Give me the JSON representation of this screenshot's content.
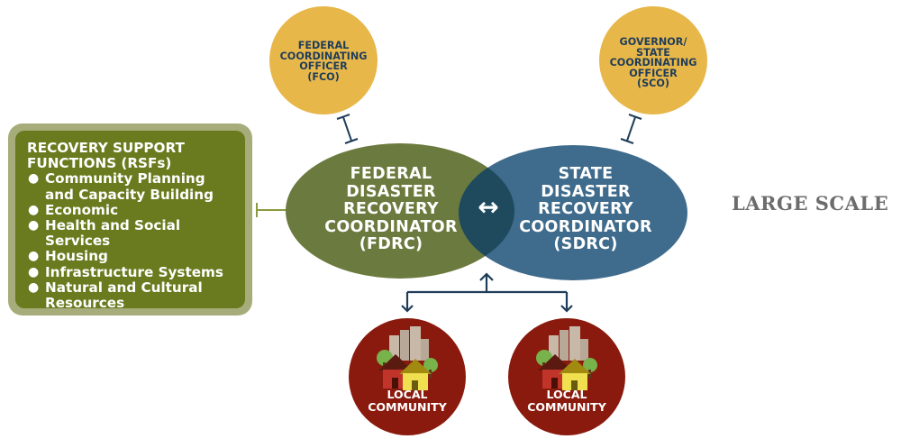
{
  "rsf": {
    "heading_line1": "RECOVERY SUPPORT",
    "heading_line2": "FUNCTIONS (RSFs)",
    "items": [
      {
        "line1": "Community Planning",
        "line2": "and Capacity Building"
      },
      {
        "line1": "Economic",
        "line2": ""
      },
      {
        "line1": "Health and Social",
        "line2": "Services"
      },
      {
        "line1": "Housing",
        "line2": ""
      },
      {
        "line1": "Infrastructure Systems",
        "line2": ""
      },
      {
        "line1": "Natural and Cultural",
        "line2": "Resources"
      }
    ]
  },
  "fdrc": {
    "lines": [
      "FEDERAL",
      "DISASTER",
      "RECOVERY",
      "COORDINATOR",
      "(FDRC)"
    ]
  },
  "sdrc": {
    "lines": [
      "STATE",
      "DISASTER",
      "RECOVERY",
      "COORDINATOR",
      "(SDRC)"
    ]
  },
  "fco": {
    "lines": [
      "FEDERAL",
      "COORDINATING",
      "OFFICER",
      "(FCO)"
    ]
  },
  "sco": {
    "lines": [
      "GOVERNOR/",
      "STATE",
      "COORDINATING",
      "OFFICER",
      "(SCO)"
    ]
  },
  "communities": [
    {
      "line1": "LOCAL",
      "line2": "COMMUNITY"
    },
    {
      "line1": "LOCAL",
      "line2": "COMMUNITY"
    }
  ],
  "scale_label": "LARGE SCALE",
  "exchange_glyph": "↔",
  "colors": {
    "fdrc": "#6b7a3e",
    "sdrc": "#3f6b8c",
    "overlap": "#1f4a5e",
    "officer": "#e8b74a",
    "rsf_outer": "#a6ad7a",
    "rsf_inner": "#6a7a1e",
    "community": "#8a1a0e",
    "arrow": "#1f3d59",
    "connector_green": "#8a9a3e"
  }
}
